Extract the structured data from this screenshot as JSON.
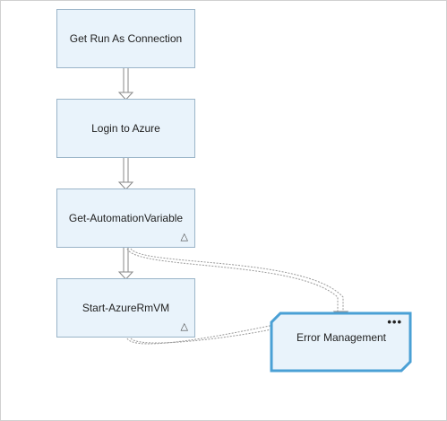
{
  "nodes": [
    {
      "label": "Get Run As Connection",
      "warning": ""
    },
    {
      "label": "Login to Azure",
      "warning": ""
    },
    {
      "label": "Get-AutomationVariable",
      "warning": "△"
    },
    {
      "label": "Start-AzureRmVM",
      "warning": "△"
    }
  ],
  "error_node": {
    "label": "Error Management",
    "menu": "•••"
  },
  "colors": {
    "activity_fill": "#e9f3fb",
    "activity_border": "#9ab4c8",
    "error_border": "#4aa0d5",
    "connector": "#9a9a9a"
  }
}
